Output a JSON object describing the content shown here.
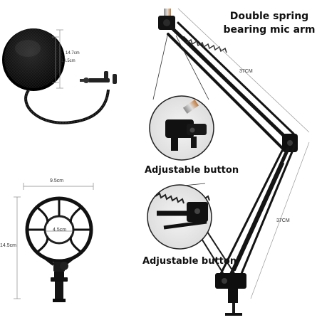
{
  "title": {
    "line1": "Double spring",
    "line2": "bearing mic arm"
  },
  "pop_filter": {
    "dim_height_outer": "14.7cm",
    "dim_height_inner": "13.5cm"
  },
  "shock_mount": {
    "dim_width": "9.5cm",
    "dim_height": "14.5cm",
    "dim_inner": "4.5cm"
  },
  "arm": {
    "dim_upper": "37CM",
    "dim_lower": "37CM"
  },
  "callouts": {
    "upper": "Adjustable button",
    "lower": "Adjustable button"
  }
}
